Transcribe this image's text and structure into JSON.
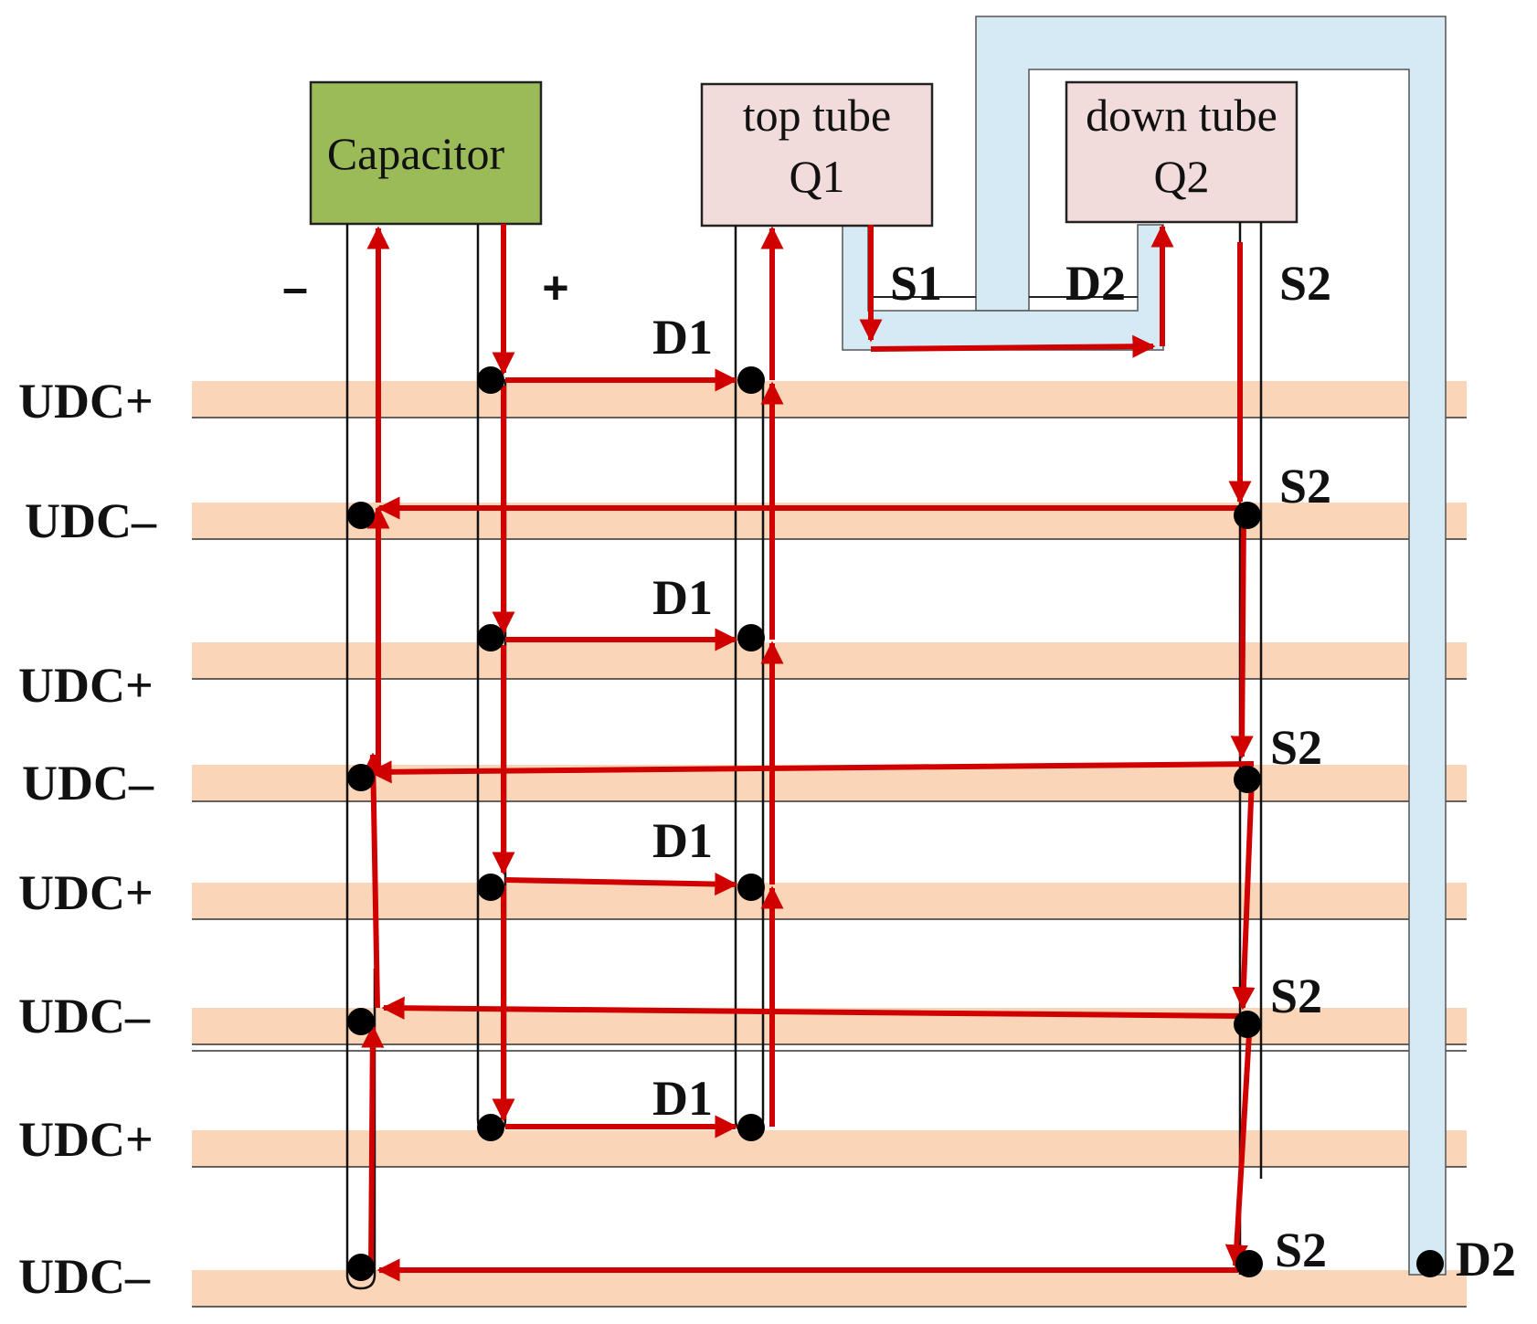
{
  "boxes": {
    "capacitor": {
      "label": "Capacitor",
      "fill": "#9bbb59"
    },
    "top_tube": {
      "line1": "top tube",
      "line2": "Q1",
      "fill": "#f2dcdb"
    },
    "down_tube": {
      "line1": "down tube",
      "line2": "Q2",
      "fill": "#f2dcdb"
    }
  },
  "terminals": {
    "minus": "–",
    "plus": "+",
    "s1": "S1",
    "d2_top": "D2",
    "s2_top": "S2"
  },
  "rails": [
    {
      "label": "UDC+",
      "node_label": "D1"
    },
    {
      "label": "UDC–",
      "node_label": "S2"
    },
    {
      "label": "UDC+",
      "node_label": "D1"
    },
    {
      "label": "UDC–",
      "node_label": "S2"
    },
    {
      "label": "UDC+",
      "node_label": "D1"
    },
    {
      "label": "UDC–",
      "node_label": "S2"
    },
    {
      "label": "UDC+",
      "node_label": "D1"
    },
    {
      "label": "UDC–",
      "node_label": "S2"
    }
  ],
  "bottom_d2_label": "D2",
  "colors": {
    "rail": "#fad5b8",
    "current": "#d00000",
    "busbar": "#d6eaf5",
    "wire": "#111111"
  }
}
